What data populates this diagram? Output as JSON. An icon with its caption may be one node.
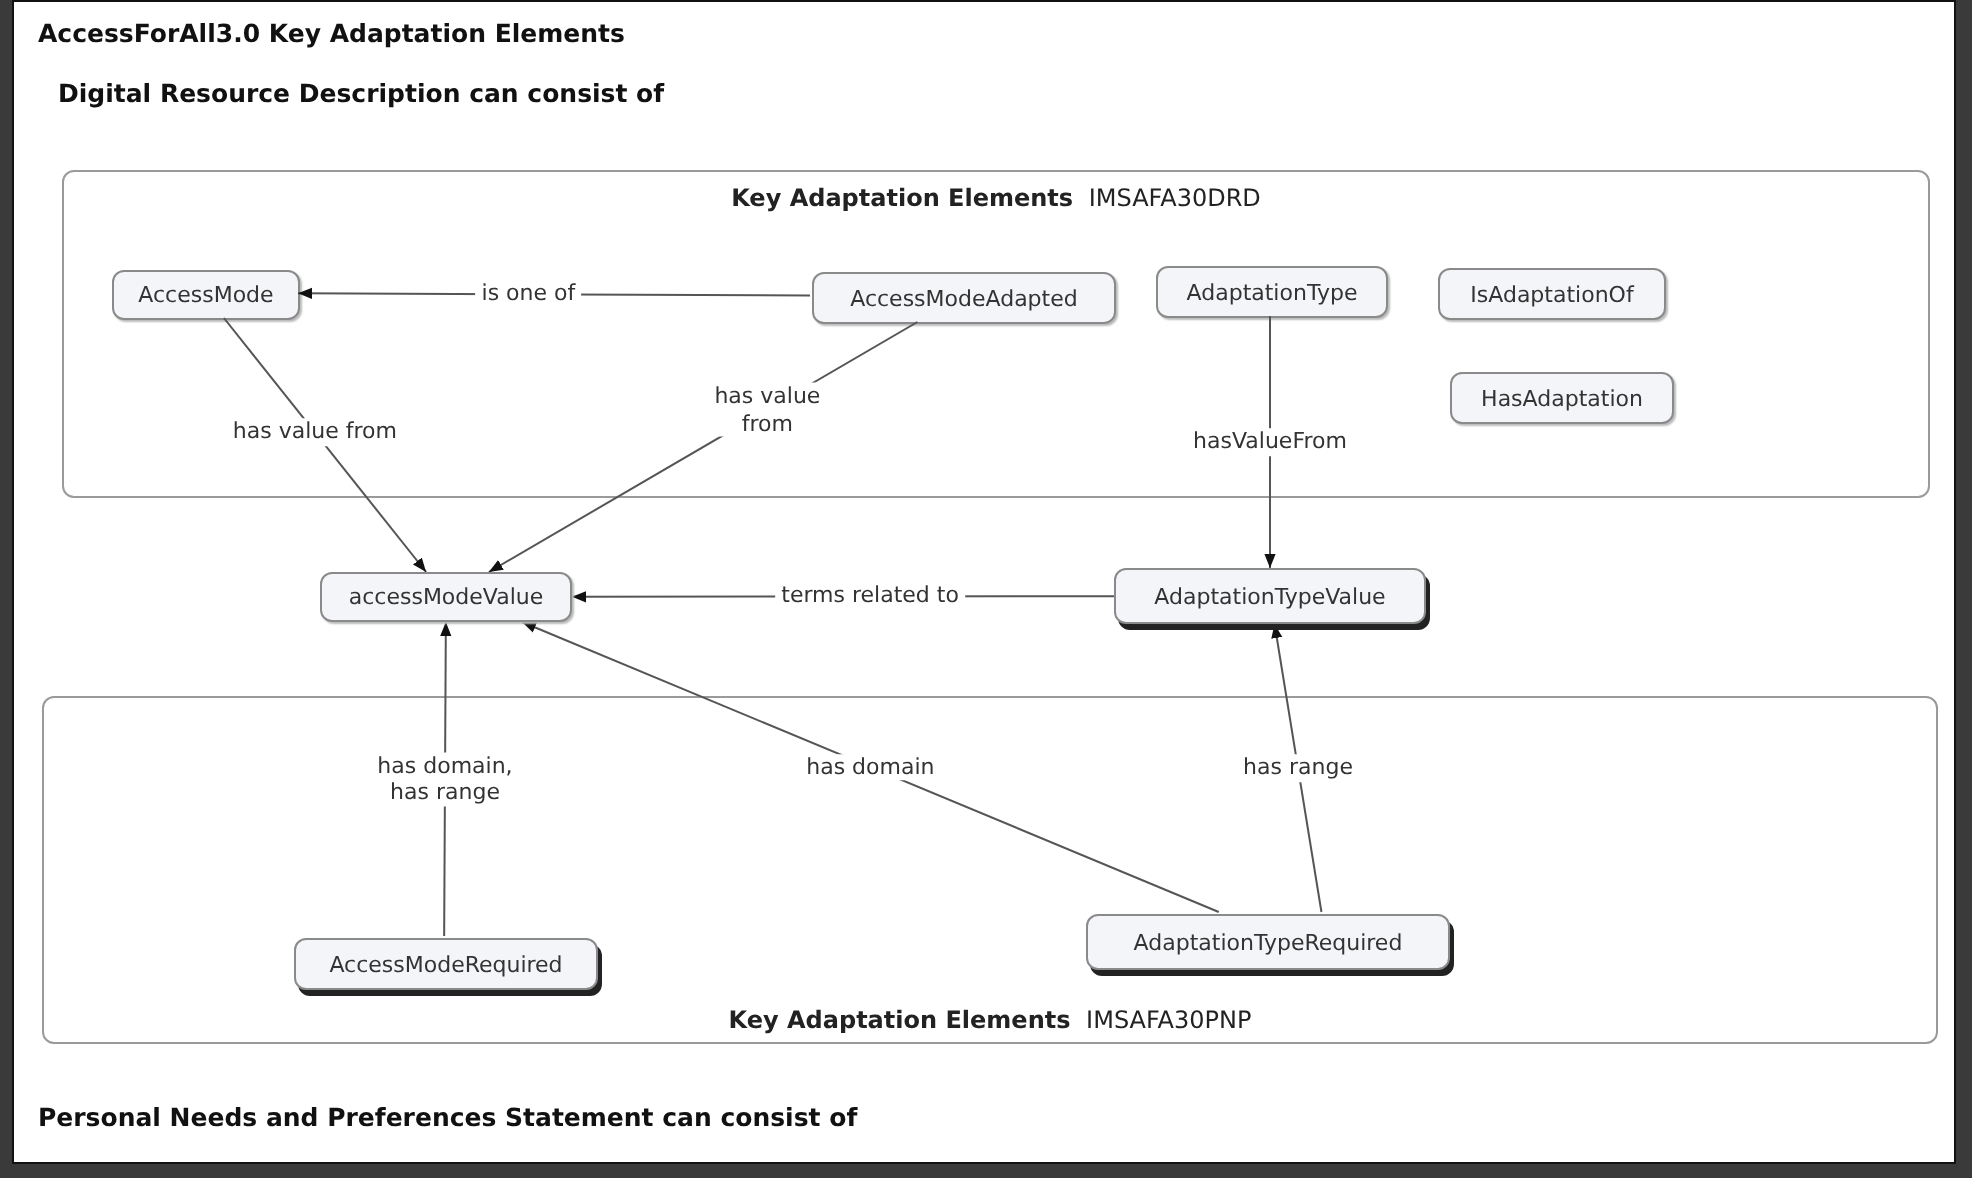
{
  "diagram": {
    "title": "AccessForAll3.0 Key Adaptation Elements",
    "nodes": [
      {
        "text": [
          "**Key Adaptation Elements** IMSAFA30DRD"
        ]
      },
      {
        "text": [
          "AccessMode"
        ],
        "in": 0
      },
      {
        "text": [
          "AccessModeAdapted"
        ],
        "in": 0
      },
      {
        "text": [
          "AdaptationType"
        ],
        "in": 0
      },
      {
        "text": [
          "IsAdaptationOf"
        ],
        "in": 0
      },
      {
        "text": [
          "HasAdaptation"
        ],
        "in": 0
      },
      {
        "text": [
          "accessModeValue"
        ]
      },
      {
        "text": [
          "AdaptationTypeValue"
        ]
      },
      {
        "text": [
          "**Key Adaptation Elements** IMSAFA30PNP"
        ]
      },
      {
        "text": [
          "AccessModeRequired"
        ],
        "in": 8
      },
      {
        "text": [
          "AdaptationTypeRequired"
        ],
        "in": 8
      }
    ],
    "edges": [
      {
        "from": 2,
        "to": 1,
        "arrow": "to",
        "label": "is one of"
      },
      {
        "from": 1,
        "to": 6,
        "arrow": "to",
        "label": "has value from"
      },
      {
        "from": 2,
        "to": 6,
        "arrow": "to",
        "label": "has value from"
      },
      {
        "from": 3,
        "to": 7,
        "arrow": "to",
        "label": "hasValueFrom"
      },
      {
        "from": 7,
        "to": 6,
        "arrow": "to",
        "label": "terms related to"
      },
      {
        "from": 9,
        "to": 6,
        "arrow": "to",
        "label": "has domain, has range"
      },
      {
        "from": 10,
        "to": 6,
        "arrow": "to",
        "label": "has domain"
      },
      {
        "from": 10,
        "to": 7,
        "arrow": "to",
        "label": "has range"
      }
    ],
    "labels": [
      "Digital Resource Description can consist of",
      "Personal Needs and Preferences Statement can consist of"
    ]
  }
}
